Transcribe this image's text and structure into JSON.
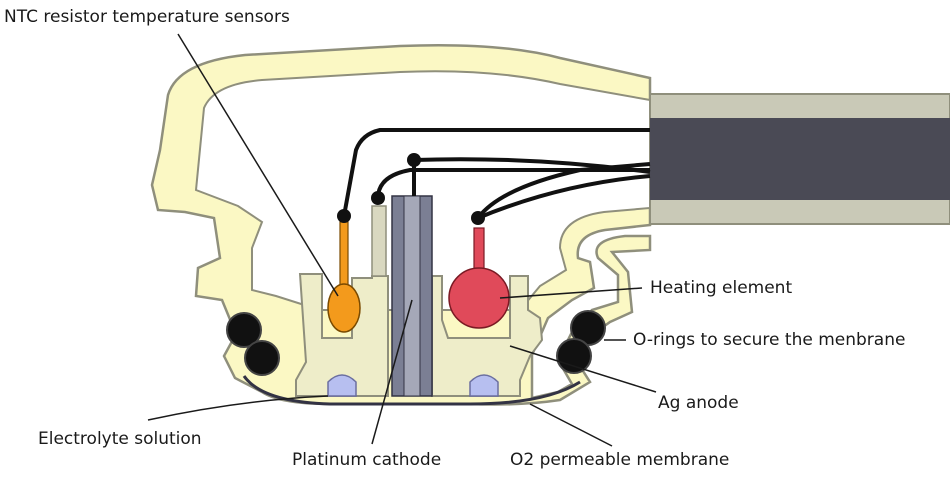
{
  "labels": {
    "ntc": "NTC resistor temperature sensors",
    "heating": "Heating element",
    "orings": "O-rings to secure the menbrane",
    "anode": "Ag anode",
    "electrolyte": "Electrolyte solution",
    "cathode": "Platinum cathode",
    "membrane": "O2 permeable membrane"
  },
  "colors": {
    "housing": "#fbf8c4",
    "housing_outline": "#8f8f7c",
    "cable_outer": "#c9c9b7",
    "cable_inner": "#4a4a55",
    "wire": "#111111",
    "orange_sensor": "#f39a1c",
    "red_heater": "#e04a5a",
    "cathode_bar": "#7b7f94",
    "electrolyte_pocket": "#b7bff0",
    "membrane": "#333344",
    "oring": "#111111"
  }
}
